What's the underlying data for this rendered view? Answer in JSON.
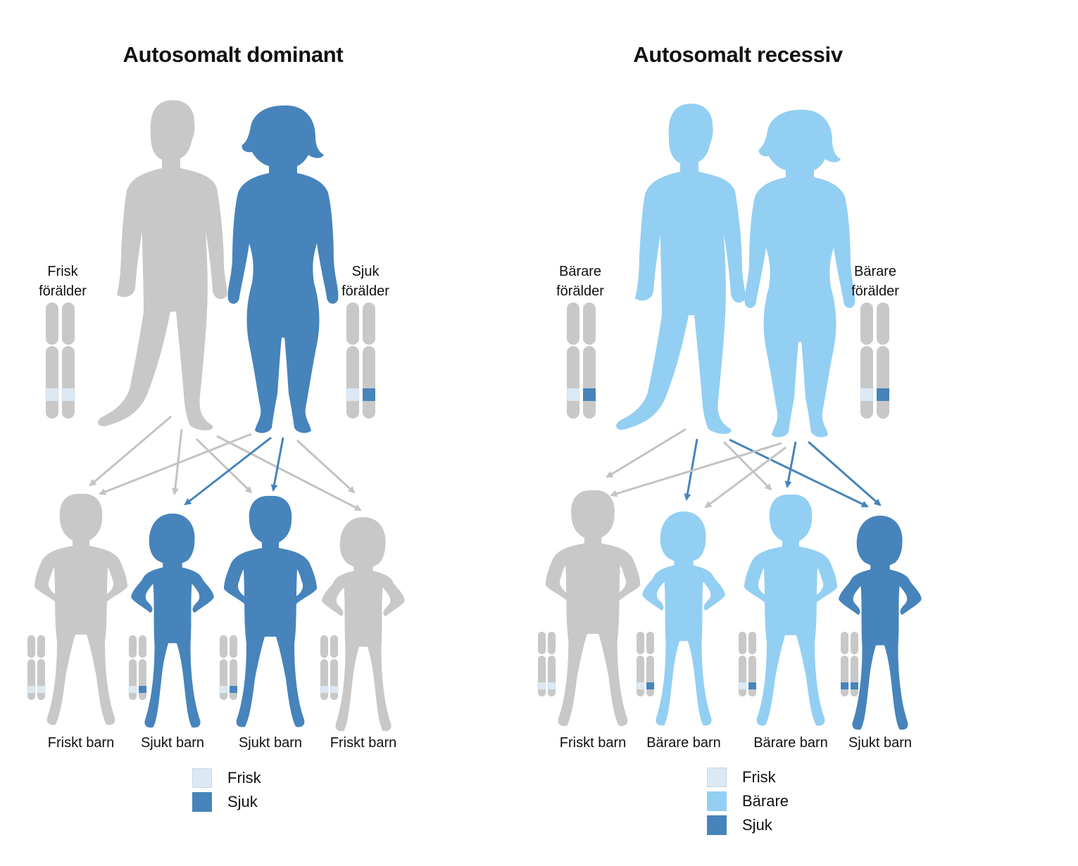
{
  "colors": {
    "gray": "#c8c8c8",
    "affected": "#4784bb",
    "carrier": "#93cff2",
    "healthy_allele": "#dce9f4",
    "gray_arrow": "#c3c3c3",
    "blue_arrow": "#4784bb"
  },
  "panels": [
    {
      "title": "Autosomalt dominant",
      "parents": [
        {
          "label_line1": "Frisk",
          "label_line2": "förälder",
          "figure": "man-icon",
          "color": "gray",
          "alleles": [
            "healthy",
            "healthy"
          ]
        },
        {
          "label_line1": "Sjuk",
          "label_line2": "förälder",
          "figure": "woman-icon",
          "color": "affected",
          "alleles": [
            "healthy",
            "affected"
          ]
        }
      ],
      "children": [
        {
          "label": "Friskt barn",
          "figure": "boy-icon",
          "color": "gray",
          "alleles": [
            "healthy",
            "healthy"
          ]
        },
        {
          "label": "Sjukt barn",
          "figure": "girl-icon",
          "color": "affected",
          "alleles": [
            "healthy",
            "affected"
          ]
        },
        {
          "label": "Sjukt barn",
          "figure": "boy-icon",
          "color": "affected",
          "alleles": [
            "healthy",
            "affected"
          ]
        },
        {
          "label": "Friskt barn",
          "figure": "girl-icon",
          "color": "gray",
          "alleles": [
            "healthy",
            "healthy"
          ]
        }
      ],
      "legend": [
        {
          "label": "Frisk",
          "color": "healthy_allele"
        },
        {
          "label": "Sjuk",
          "color": "affected"
        }
      ]
    },
    {
      "title": "Autosomalt recessiv",
      "parents": [
        {
          "label_line1": "Bärare",
          "label_line2": "förälder",
          "figure": "man-icon",
          "color": "carrier",
          "alleles": [
            "healthy",
            "affected"
          ]
        },
        {
          "label_line1": "Bärare",
          "label_line2": "förälder",
          "figure": "woman-icon",
          "color": "carrier",
          "alleles": [
            "healthy",
            "affected"
          ]
        }
      ],
      "children": [
        {
          "label": "Friskt barn",
          "figure": "boy-icon",
          "color": "gray",
          "alleles": [
            "healthy",
            "healthy"
          ]
        },
        {
          "label": "Bärare barn",
          "figure": "girl-icon",
          "color": "carrier",
          "alleles": [
            "healthy",
            "affected"
          ]
        },
        {
          "label": "Bärare barn",
          "figure": "boy-icon",
          "color": "carrier",
          "alleles": [
            "healthy",
            "affected"
          ]
        },
        {
          "label": "Sjukt barn",
          "figure": "girl-icon",
          "color": "affected",
          "alleles": [
            "affected",
            "affected"
          ]
        }
      ],
      "legend": [
        {
          "label": "Frisk",
          "color": "healthy_allele"
        },
        {
          "label": "Bärare",
          "color": "carrier"
        },
        {
          "label": "Sjuk",
          "color": "affected"
        }
      ]
    }
  ]
}
